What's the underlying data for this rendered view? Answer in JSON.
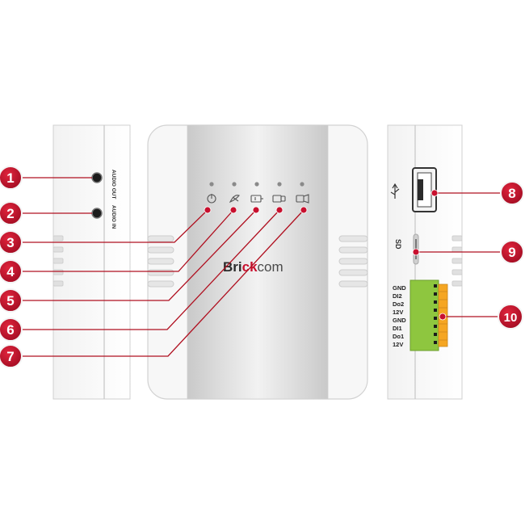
{
  "brand": {
    "part1": "Bri",
    "part2": "ck",
    "part3": "com"
  },
  "left_side_panel": {
    "audio_out_label": "AUDIO OUT",
    "audio_in_label": "AUDIO IN"
  },
  "right_side_panel": {
    "usb_icon": "usb-icon",
    "sd_slot_label": "SD",
    "terminal_labels": [
      "GND",
      "DI2",
      "Do2",
      "12V",
      "GND",
      "DI1",
      "Do1",
      "12V"
    ]
  },
  "front_panel": {
    "indicator_icons": [
      "power-icon",
      "link-icon",
      "bullet-camera-icon",
      "box-camera-icon",
      "ptz-camera-icon"
    ]
  },
  "callouts": [
    "1",
    "2",
    "3",
    "4",
    "5",
    "6",
    "7",
    "8",
    "9",
    "10"
  ],
  "colors": {
    "callout_red": "#c8102e",
    "callout_ring": "#f4f4f4",
    "leader_line": "#b01020",
    "device_body": "#f7f7f7",
    "device_face": "#d4d4d4",
    "terminal_green": "#8ec63f",
    "terminal_orange": "#f5a623"
  }
}
